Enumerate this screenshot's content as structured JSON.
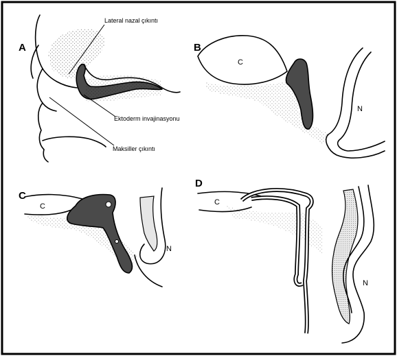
{
  "panels": {
    "a": {
      "letter": "A",
      "labels": {
        "lateral": "Lateral nazal çıkıntı",
        "ectoderm": "Ektoderm invajinasyonu",
        "maxillary": "Maksiller çıkıntı"
      }
    },
    "b": {
      "letter": "B",
      "c": "C",
      "n": "N"
    },
    "c": {
      "letter": "C",
      "c": "C",
      "n": "N"
    },
    "d": {
      "letter": "D",
      "c": "C",
      "n": "N"
    }
  },
  "colors": {
    "ink": "#000000",
    "duct_fill": "#4a4a4a",
    "septum_fill": "#e6e6e6",
    "background": "#ffffff"
  }
}
